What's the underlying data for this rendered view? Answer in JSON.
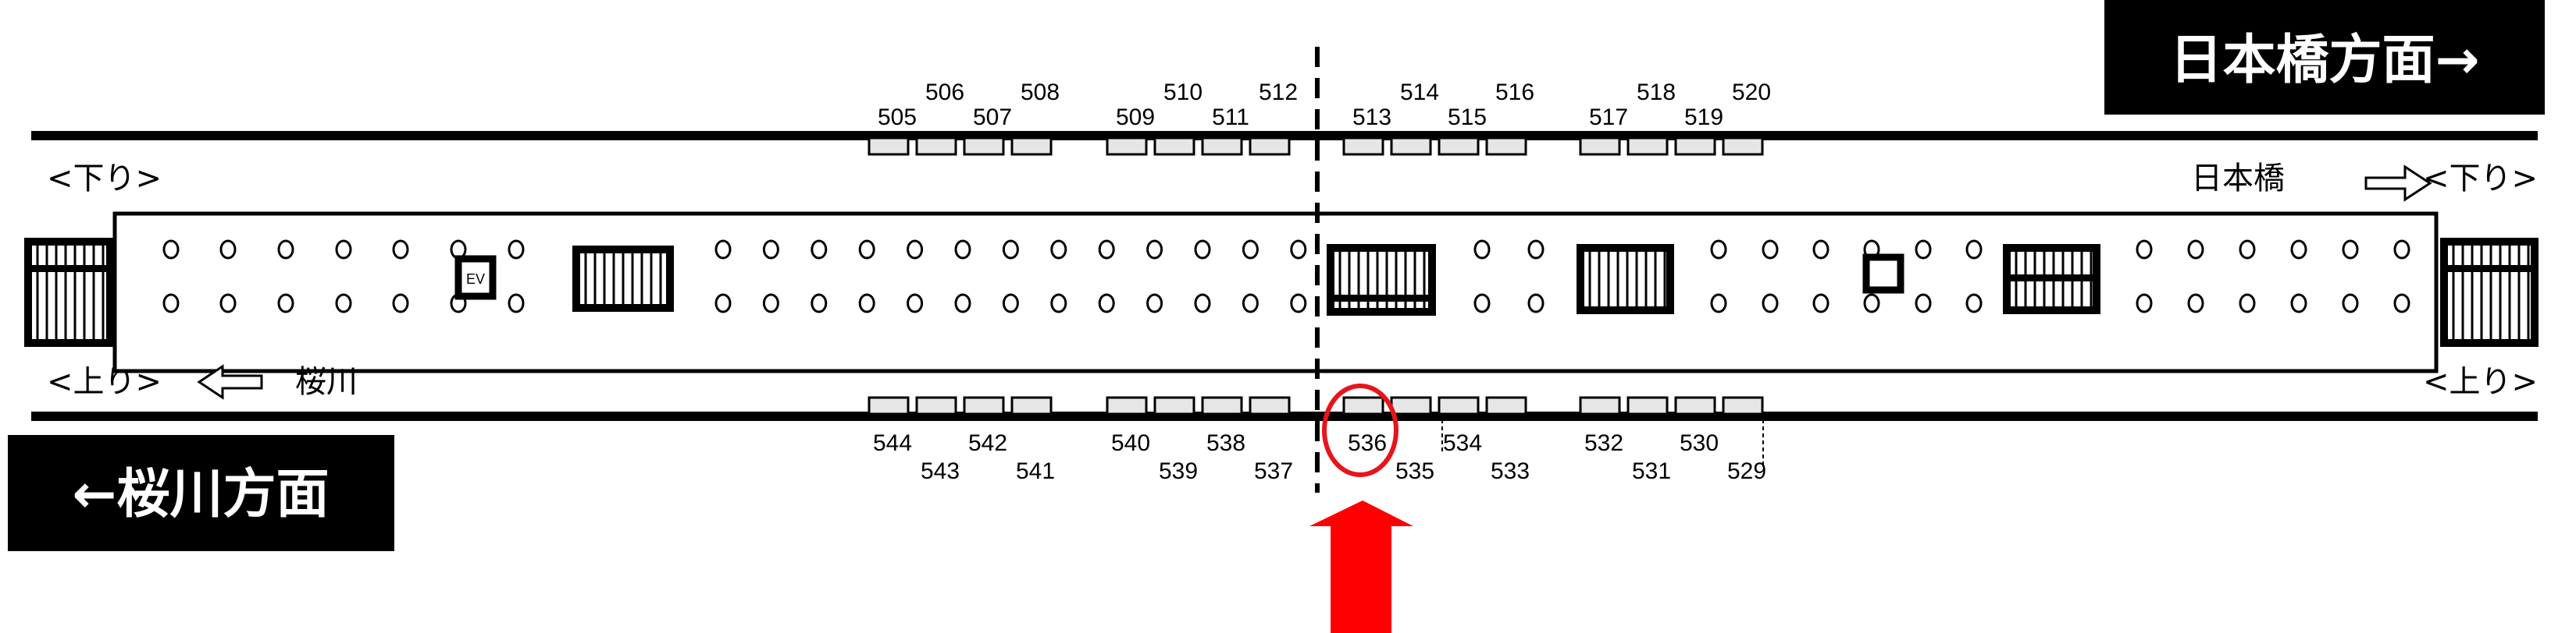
{
  "direction_boxes": {
    "nihombashi": "日本橋方面→",
    "sakuragawa": "←桜川方面"
  },
  "labels": {
    "down_left": "<下り>",
    "down_right": "<下り>",
    "up_left": "<上り>",
    "up_right": "<上り>",
    "sakuragawa": "桜川",
    "nihombashi": "日本橋",
    "ev": "EV"
  },
  "icons": {
    "left_arrow": "hollow-left-arrow",
    "right_arrow": "hollow-right-arrow"
  },
  "top_doors": [
    "505",
    "506",
    "507",
    "508",
    "509",
    "510",
    "511",
    "512",
    "513",
    "514",
    "515",
    "516",
    "517",
    "518",
    "519",
    "520"
  ],
  "bottom_doors": [
    "544",
    "543",
    "542",
    "541",
    "540",
    "539",
    "538",
    "537",
    "536",
    "535",
    "534",
    "533",
    "532",
    "531",
    "530",
    "529"
  ],
  "highlight": {
    "door": "536",
    "color": "#e8141b"
  },
  "colors": {
    "door_fill": "#e6e6e6",
    "highlight": "#ff0000"
  }
}
